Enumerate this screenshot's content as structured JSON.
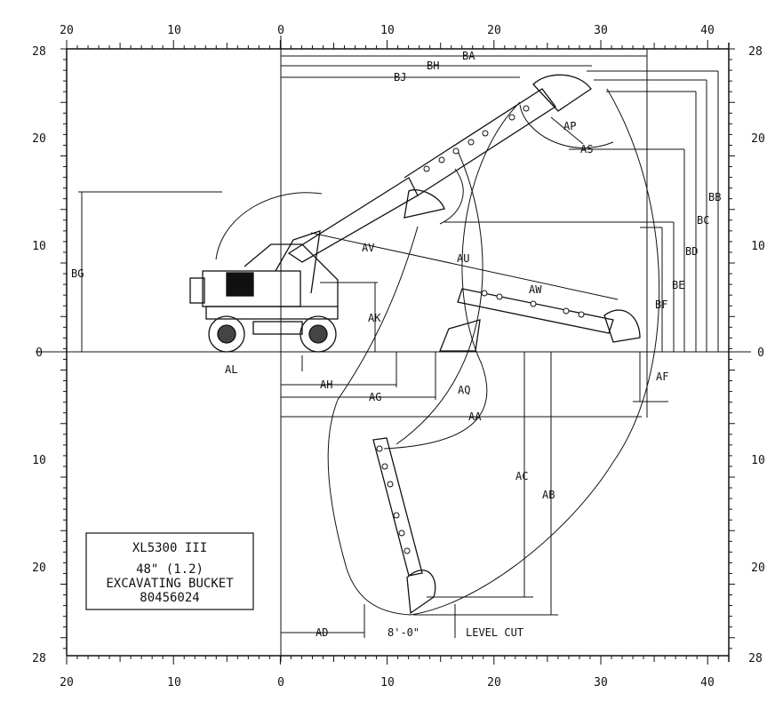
{
  "scale": {
    "top": [
      "20",
      "10",
      "0",
      "10",
      "20",
      "30",
      "40"
    ],
    "bottom": [
      "20",
      "10",
      "0",
      "10",
      "20",
      "30",
      "40"
    ],
    "left": [
      "28",
      "20",
      "10",
      "0",
      "10",
      "20",
      "28"
    ],
    "right": [
      "28",
      "20",
      "10",
      "0",
      "10",
      "20",
      "28"
    ]
  },
  "dimensions": {
    "BA": "BA",
    "BH": "BH",
    "BJ": "BJ",
    "BB": "BB",
    "BC": "BC",
    "BD": "BD",
    "BE": "BE",
    "BF": "BF",
    "BG": "BG",
    "AP": "AP",
    "AS": "AS",
    "AV": "AV",
    "AU": "AU",
    "AW": "AW",
    "AK": "AK",
    "AL": "AL",
    "AH": "AH",
    "AG": "AG",
    "AQ": "AQ",
    "AA": "AA",
    "AF": "AF",
    "AC": "AC",
    "AB": "AB",
    "AD": "AD"
  },
  "bottom_note": {
    "width": "8'-0\"",
    "level_cut": "LEVEL CUT"
  },
  "title_block": {
    "model": "XL5300 III",
    "size": "48\" (1.2)",
    "type": "EXCAVATING BUCKET",
    "part_number": "80456024"
  },
  "colors": {
    "line": "#111111",
    "background": "#ffffff"
  }
}
